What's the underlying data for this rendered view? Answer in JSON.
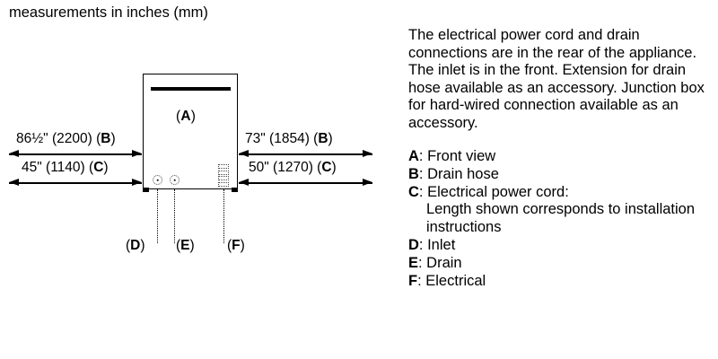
{
  "caption": "measurements in inches (mm)",
  "diagram": {
    "front_view_label": "(A)",
    "dimensions": {
      "left_b": "86½\" (2200) (B)",
      "left_c": "45\" (1140) (C)",
      "right_b": "73\" (1854) (B)",
      "right_c": "50\" (1270) (C)"
    },
    "callouts": {
      "d": "(D)",
      "e": "(E)",
      "f": "(F)"
    }
  },
  "notes": {
    "paragraph": "The electrical power cord and drain connections are in the rear of the appliance. The inlet is in the front. Extension for drain hose available as an accessory. Junction box for hard-wired connection available as an accessory."
  },
  "legend": [
    {
      "key": "A",
      "text": "Front view",
      "continuation": ""
    },
    {
      "key": "B",
      "text": "Drain hose",
      "continuation": ""
    },
    {
      "key": "C",
      "text": "Electrical power cord:",
      "continuation": "Length shown corresponds to installation instructions"
    },
    {
      "key": "D",
      "text": "Inlet",
      "continuation": ""
    },
    {
      "key": "E",
      "text": "Drain",
      "continuation": ""
    },
    {
      "key": "F",
      "text": "Electrical",
      "continuation": ""
    }
  ]
}
